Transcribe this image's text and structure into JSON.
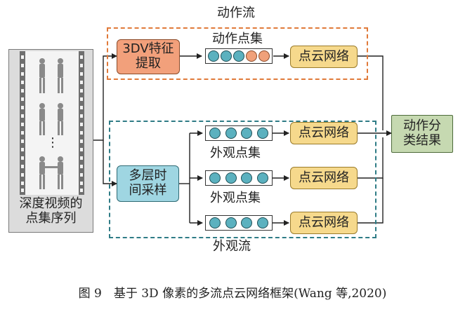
{
  "labels": {
    "action_stream": "动作流",
    "appearance_stream": "外观流",
    "action_point_set": "动作点集",
    "appearance_point_set": "外观点集"
  },
  "nodes": {
    "feature_extract": "3DV特征\n提取",
    "multi_temporal_sampling": "多层时\n间采样",
    "point_cloud_network": "点云网络",
    "action_classification": "动作分\n类结果",
    "depth_video_sequence": "深度视频的\n点集序列"
  },
  "film": {
    "ellipsis": "⋮"
  },
  "caption": "图 9　基于 3D 像素的多流点云网络框架(Wang 等,2020)",
  "colors": {
    "orange_fill": "#f2a07b",
    "blue_fill": "#9fd6e2",
    "yellow_fill": "#f6d98c",
    "green_fill": "#c6d9b1",
    "teal_dot": "#5bb1bf",
    "orange_dot": "#f0a17a",
    "orange_dash": "#e07a3a",
    "teal_dash": "#2f7c86"
  }
}
